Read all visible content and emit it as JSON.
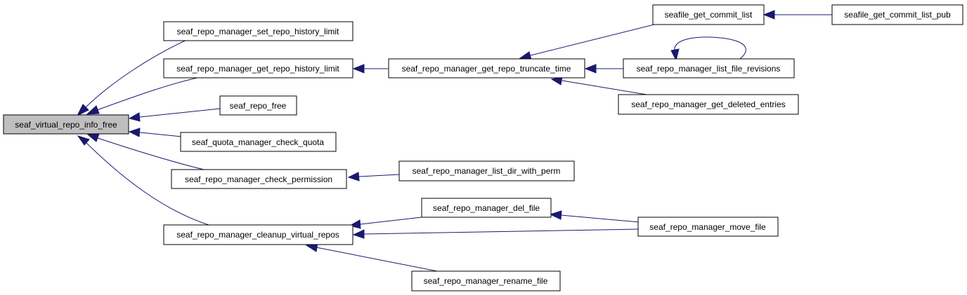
{
  "graph": {
    "nodes": {
      "virtual_repo_info_free": "seaf_virtual_repo_info_free",
      "set_repo_history_limit": "seaf_repo_manager_set_repo_history_limit",
      "get_repo_history_limit": "seaf_repo_manager_get_repo_history_limit",
      "repo_free": "seaf_repo_free",
      "check_quota": "seaf_quota_manager_check_quota",
      "check_permission": "seaf_repo_manager_check_permission",
      "cleanup_virtual_repos": "seaf_repo_manager_cleanup_virtual_repos",
      "get_repo_truncate_time": "seaf_repo_manager_get_repo_truncate_time",
      "list_dir_with_perm": "seaf_repo_manager_list_dir_with_perm",
      "del_file": "seaf_repo_manager_del_file",
      "rename_file": "seaf_repo_manager_rename_file",
      "get_commit_list": "seafile_get_commit_list",
      "list_file_revisions": "seaf_repo_manager_list_file_revisions",
      "get_deleted_entries": "seaf_repo_manager_get_deleted_entries",
      "move_file": "seaf_repo_manager_move_file",
      "get_commit_list_pub": "seafile_get_commit_list_pub"
    },
    "edges": [
      {
        "from": "set_repo_history_limit",
        "to": "virtual_repo_info_free"
      },
      {
        "from": "get_repo_history_limit",
        "to": "virtual_repo_info_free"
      },
      {
        "from": "repo_free",
        "to": "virtual_repo_info_free"
      },
      {
        "from": "check_quota",
        "to": "virtual_repo_info_free"
      },
      {
        "from": "check_permission",
        "to": "virtual_repo_info_free"
      },
      {
        "from": "cleanup_virtual_repos",
        "to": "virtual_repo_info_free"
      },
      {
        "from": "get_repo_truncate_time",
        "to": "get_repo_history_limit"
      },
      {
        "from": "list_dir_with_perm",
        "to": "check_permission"
      },
      {
        "from": "del_file",
        "to": "cleanup_virtual_repos"
      },
      {
        "from": "move_file",
        "to": "cleanup_virtual_repos"
      },
      {
        "from": "rename_file",
        "to": "cleanup_virtual_repos"
      },
      {
        "from": "get_commit_list",
        "to": "get_repo_truncate_time"
      },
      {
        "from": "list_file_revisions",
        "to": "get_repo_truncate_time"
      },
      {
        "from": "get_deleted_entries",
        "to": "get_repo_truncate_time"
      },
      {
        "from": "list_file_revisions",
        "to": "list_file_revisions"
      },
      {
        "from": "get_commit_list_pub",
        "to": "get_commit_list"
      },
      {
        "from": "move_file",
        "to": "del_file"
      }
    ]
  },
  "colors": {
    "edge": "#191970",
    "root_fill": "#bfbfbf",
    "node_fill": "#ffffff",
    "node_border": "#000000"
  }
}
